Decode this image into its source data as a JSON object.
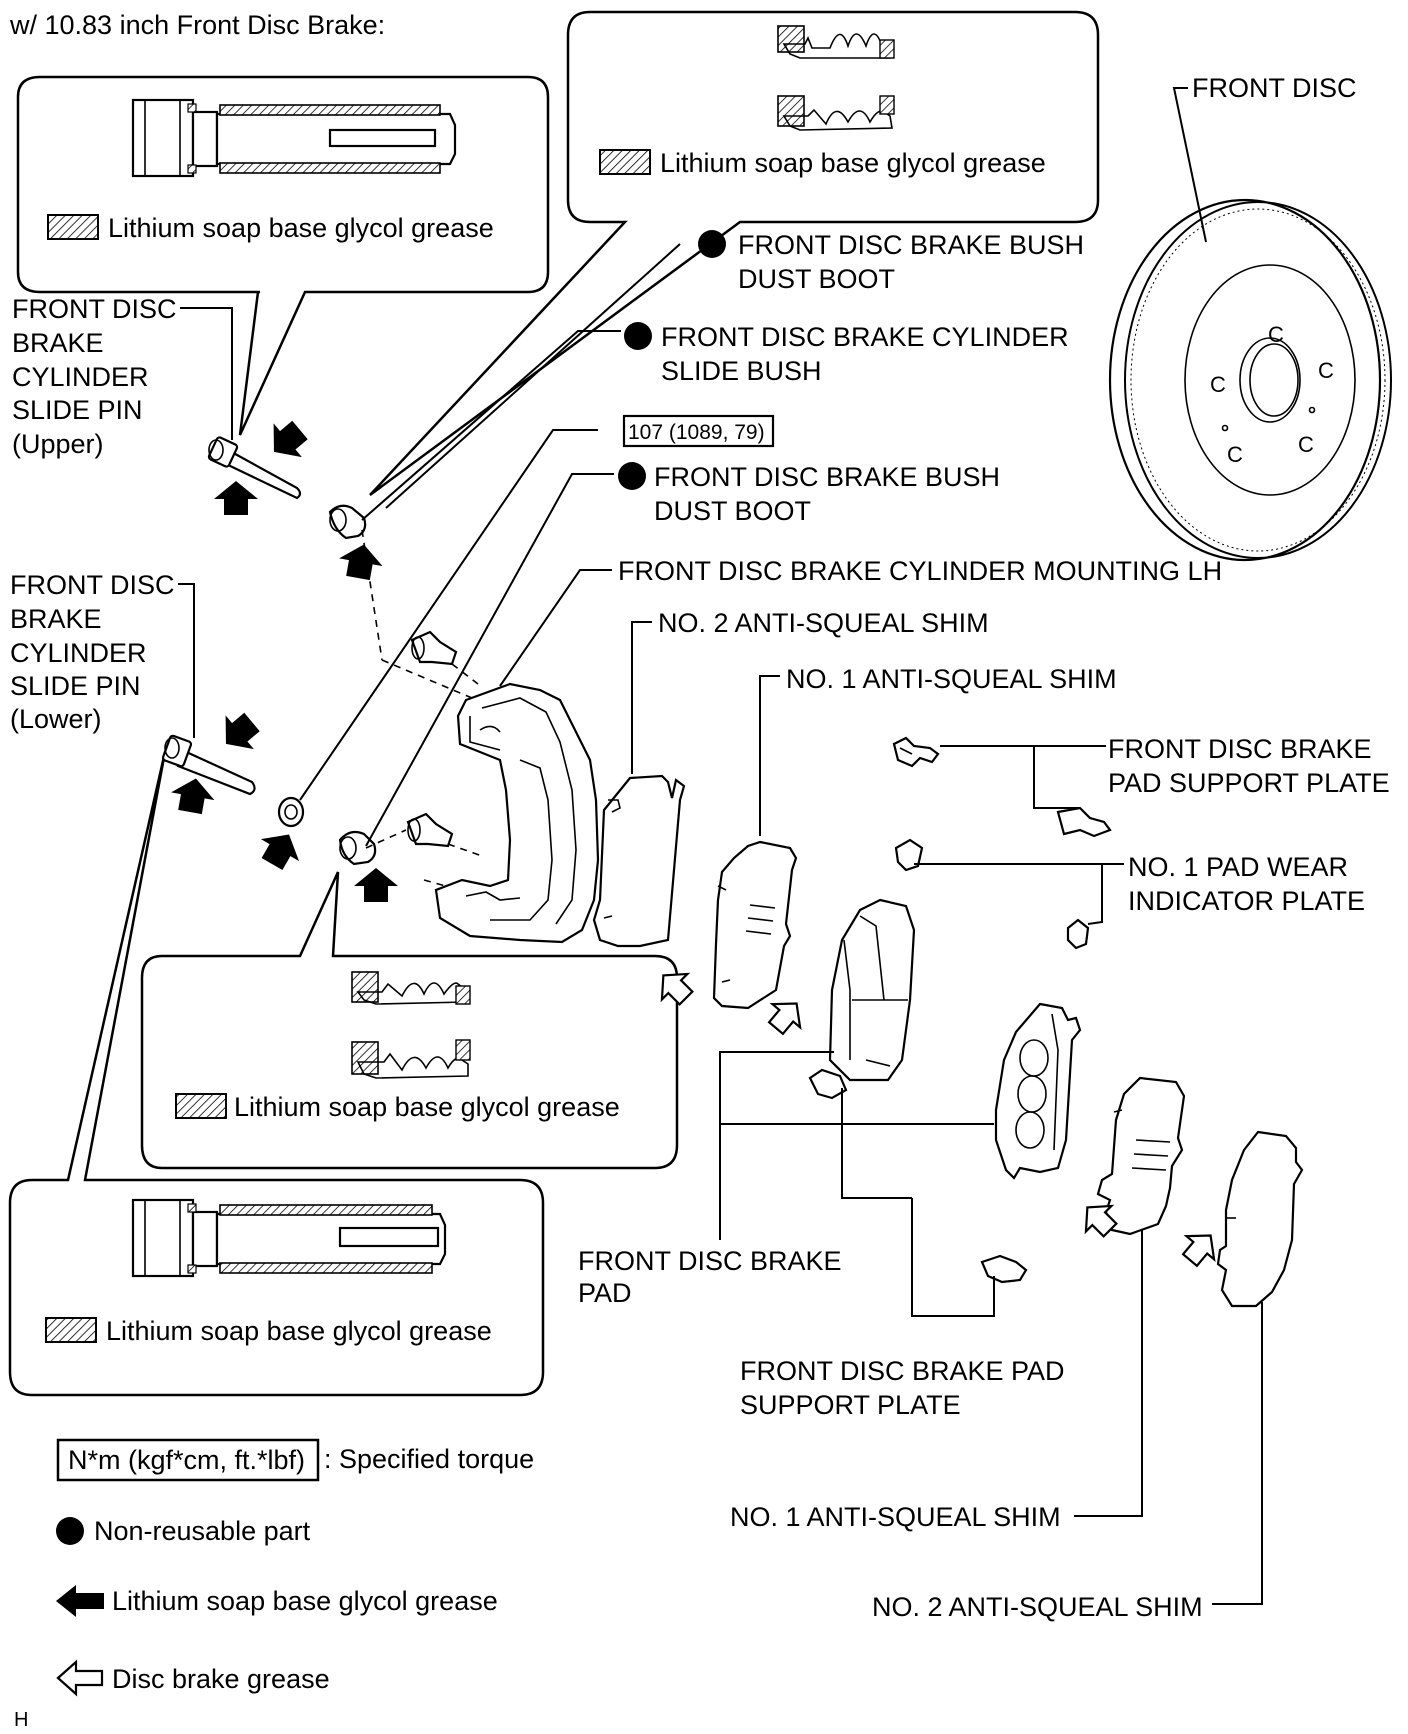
{
  "title": "w/ 10.83 inch Front Disc Brake:",
  "labels": {
    "front_disc": "FRONT DISC",
    "bush_dust_boot_upper": [
      "FRONT DISC BRAKE BUSH",
      "DUST BOOT"
    ],
    "slide_bush": [
      "FRONT DISC BRAKE CYLINDER",
      "SLIDE BUSH"
    ],
    "torque_value": "107 (1089, 79)",
    "bush_dust_boot_lower": [
      "FRONT DISC BRAKE BUSH",
      "DUST BOOT"
    ],
    "cylinder_mounting": "FRONT DISC BRAKE CYLINDER MOUNTING LH",
    "no2_shim_top": "NO. 2 ANTI-SQUEAL SHIM",
    "no1_shim_top": "NO. 1 ANTI-SQUEAL SHIM",
    "pad_support_plate_top": [
      "FRONT DISC BRAKE",
      "PAD SUPPORT PLATE"
    ],
    "wear_indicator": [
      "NO. 1 PAD WEAR",
      "INDICATOR PLATE"
    ],
    "slide_pin_upper": [
      "FRONT DISC",
      "BRAKE",
      "CYLINDER",
      "SLIDE PIN",
      "(Upper)"
    ],
    "slide_pin_lower": [
      "FRONT DISC",
      "BRAKE",
      "CYLINDER",
      "SLIDE PIN",
      "(Lower)"
    ],
    "brake_pad": [
      "FRONT DISC BRAKE",
      "PAD"
    ],
    "pad_support_plate_bottom": [
      "FRONT DISC BRAKE PAD",
      "SUPPORT PLATE"
    ],
    "no1_shim_bottom": "NO. 1 ANTI-SQUEAL SHIM",
    "no2_shim_bottom": "NO. 2 ANTI-SQUEAL SHIM"
  },
  "callouts": {
    "grease_upper_pin": "Lithium soap base glycol grease",
    "grease_boot_top": "Lithium soap base glycol grease",
    "grease_boot_mid": "Lithium soap base glycol grease",
    "grease_lower_pin": "Lithium soap base glycol grease"
  },
  "legend": {
    "torque_box": "N*m (kgf*cm, ft.*lbf)",
    "torque_text": ": Specified torque",
    "non_reusable": "Non-reusable part",
    "lithium_grease": "Lithium soap base glycol grease",
    "disc_grease": "Disc brake grease"
  },
  "footer": "H",
  "icons": [
    "hatch-swatch-icon",
    "filled-dot-icon",
    "solid-arrow-icon",
    "hollow-arrow-icon"
  ]
}
